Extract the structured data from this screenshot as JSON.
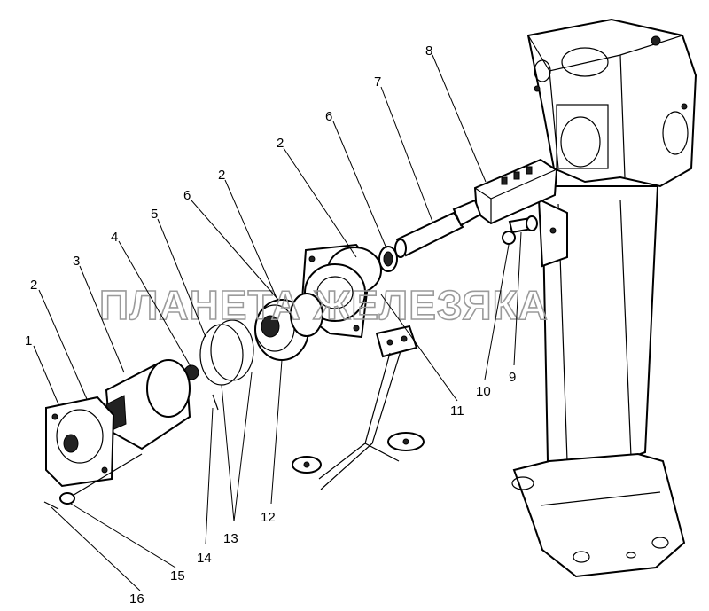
{
  "watermark": "ПЛАНЕТА ЖЕЛЕЗЯКА",
  "callouts": {
    "c1": "1",
    "c2a": "2",
    "c3": "3",
    "c4": "4",
    "c5": "5",
    "c6a": "6",
    "c2b": "2",
    "c2c": "2",
    "c6b": "6",
    "c7": "7",
    "c8": "8",
    "c9": "9",
    "c10": "10",
    "c11": "11",
    "c12": "12",
    "c13": "13",
    "c14": "14",
    "c15": "15",
    "c16": "16"
  }
}
